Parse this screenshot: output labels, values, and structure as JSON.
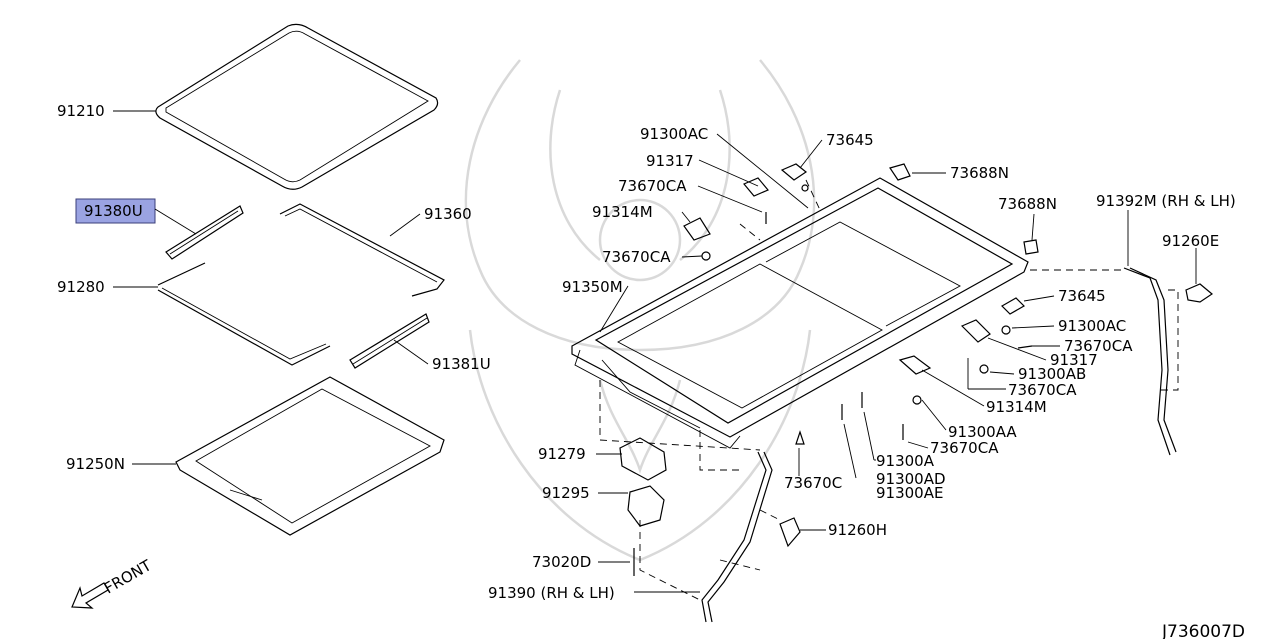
{
  "diagram": {
    "code": "J736007D",
    "front_label": "FRONT",
    "highlight_color": "#9aa3e2",
    "highlighted_part": "91380U",
    "parts": {
      "p91210": "91210",
      "p91380u": "91380U",
      "p91360": "91360",
      "p91280": "91280",
      "p91381u": "91381U",
      "p91250n": "91250N",
      "p91300ac_top": "91300AC",
      "p73645_top": "73645",
      "p91317_top": "91317",
      "p73688n_top": "73688N",
      "p73670ca_1": "73670CA",
      "p91314m_top": "91314M",
      "p73670ca_2": "73670CA",
      "p73688n_right": "73688N",
      "p91392m": "91392M (RH & LH)",
      "p91260e": "91260E",
      "p91350m": "91350M",
      "p73645_right": "73645",
      "p91300ac_right": "91300AC",
      "p73670ca_3": "73670CA",
      "p91317_right": "91317",
      "p91300ab": "91300AB",
      "p73670ca_4": "73670CA",
      "p91314m_right": "91314M",
      "p91300aa": "91300AA",
      "p73670ca_5": "73670CA",
      "p91300a": "91300A",
      "p91300ad": "91300AD",
      "p91300ae": "91300AE",
      "p91279": "91279",
      "p73670c": "73670C",
      "p91295": "91295",
      "p91260h": "91260H",
      "p73020d": "73020D",
      "p91390": "91390 (RH & LH)"
    }
  }
}
